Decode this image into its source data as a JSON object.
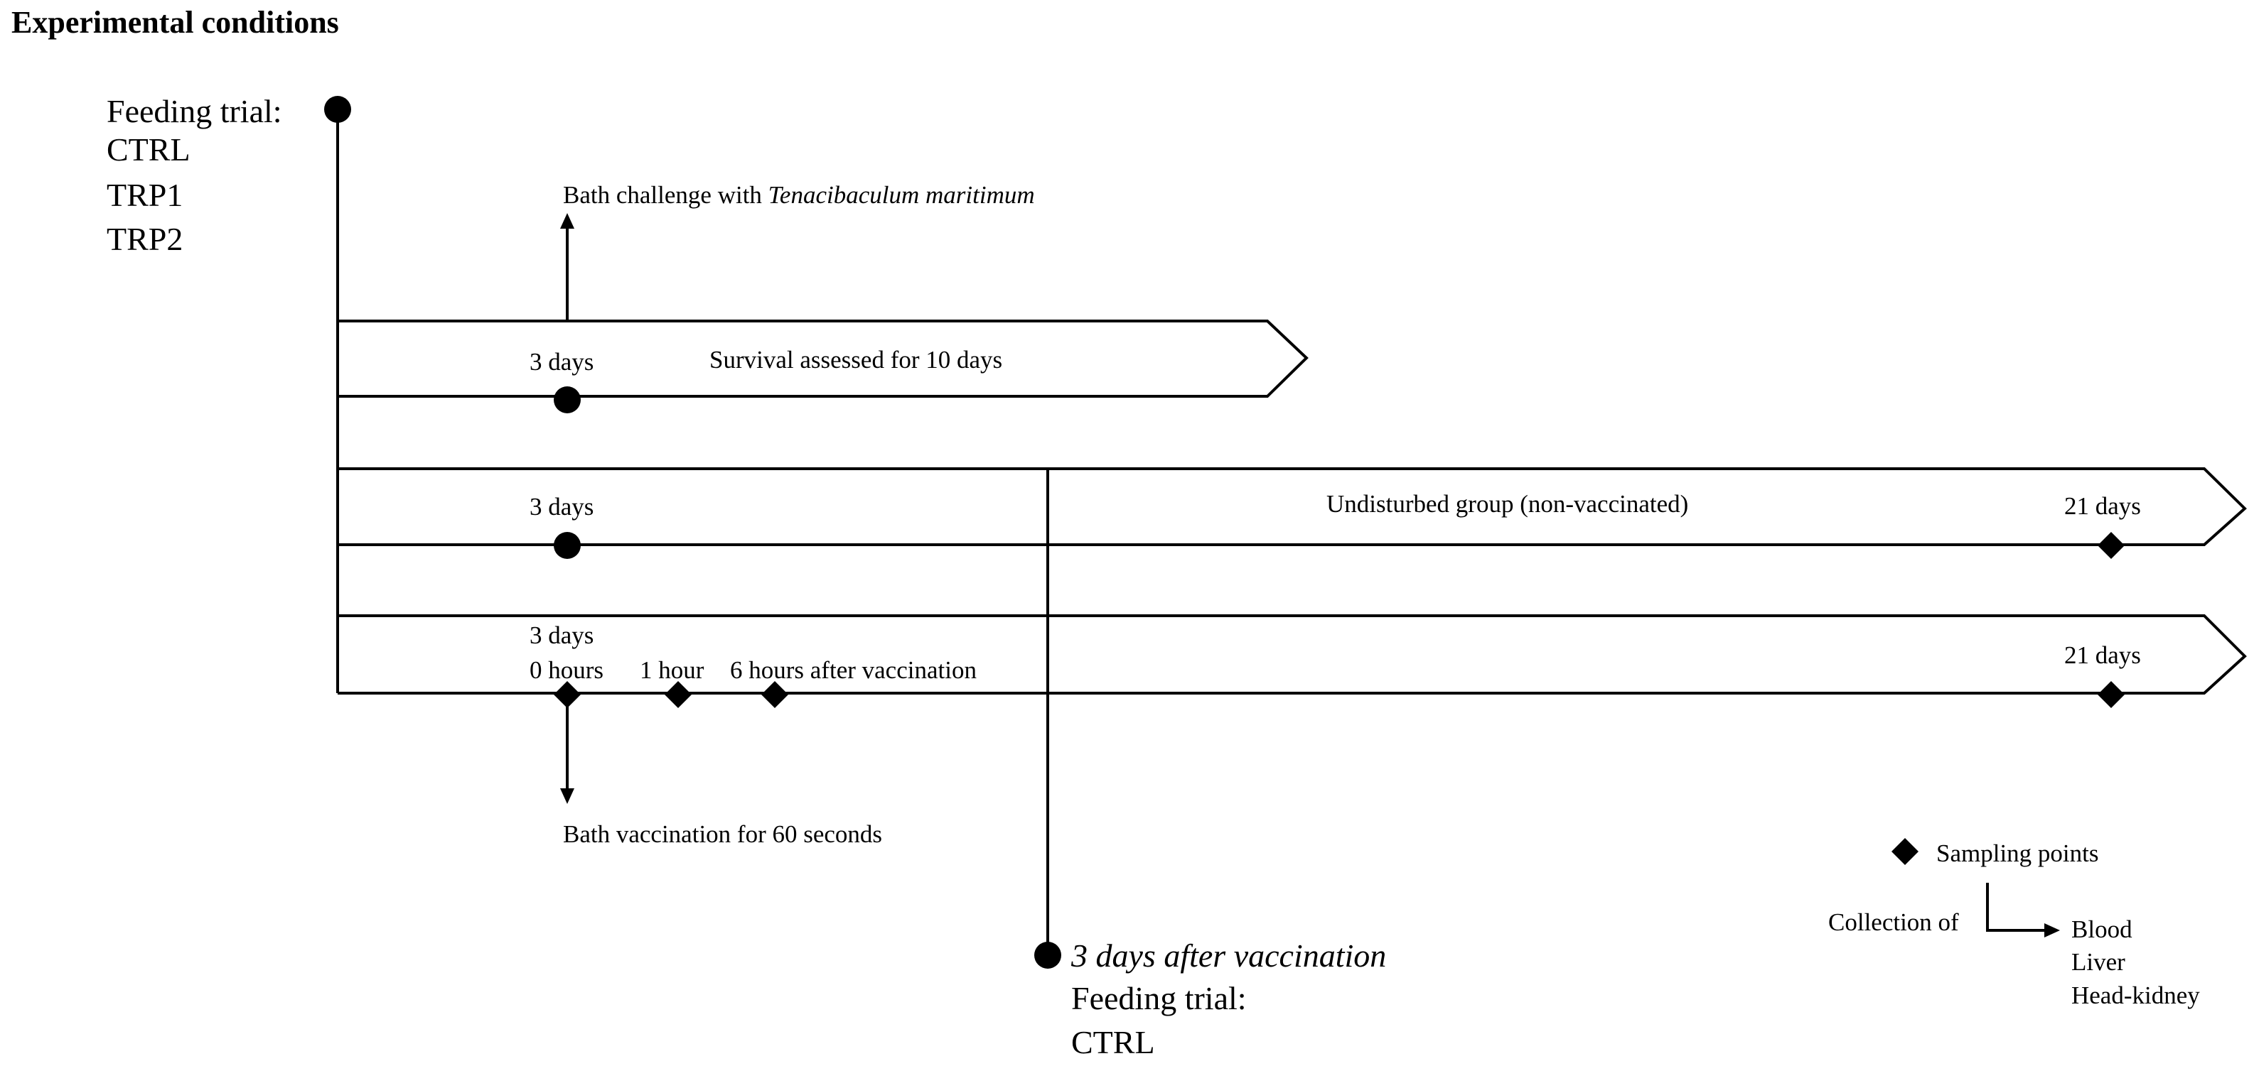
{
  "title": "Experimental conditions",
  "feeding_trial": {
    "label": "Feeding trial:",
    "groups": [
      "CTRL",
      "TRP1",
      "TRP2"
    ]
  },
  "challenge": {
    "prefix": "Bath challenge with ",
    "species": "Tenacibaculum maritimum"
  },
  "arrow_survival": {
    "day_label": "3 days",
    "text": "Survival assessed for 10 days"
  },
  "arrow_undisturbed": {
    "day_label": "3 days",
    "text": "Undisturbed group (non-vaccinated)",
    "end_label": "21 days"
  },
  "arrow_vaccinated": {
    "day_label": "3 days",
    "t0": "0 hours",
    "t1": "1 hour",
    "t6": "6 hours after vaccination",
    "end_label": "21 days"
  },
  "vaccination": "Bath vaccination for 60 seconds",
  "after_vaccination": {
    "heading": "3 days after vaccination",
    "label": "Feeding trial:",
    "group": "CTRL"
  },
  "legend": {
    "sampling": "Sampling points",
    "collection": "Collection of",
    "items": [
      "Blood",
      "Liver",
      "Head-kidney"
    ]
  }
}
